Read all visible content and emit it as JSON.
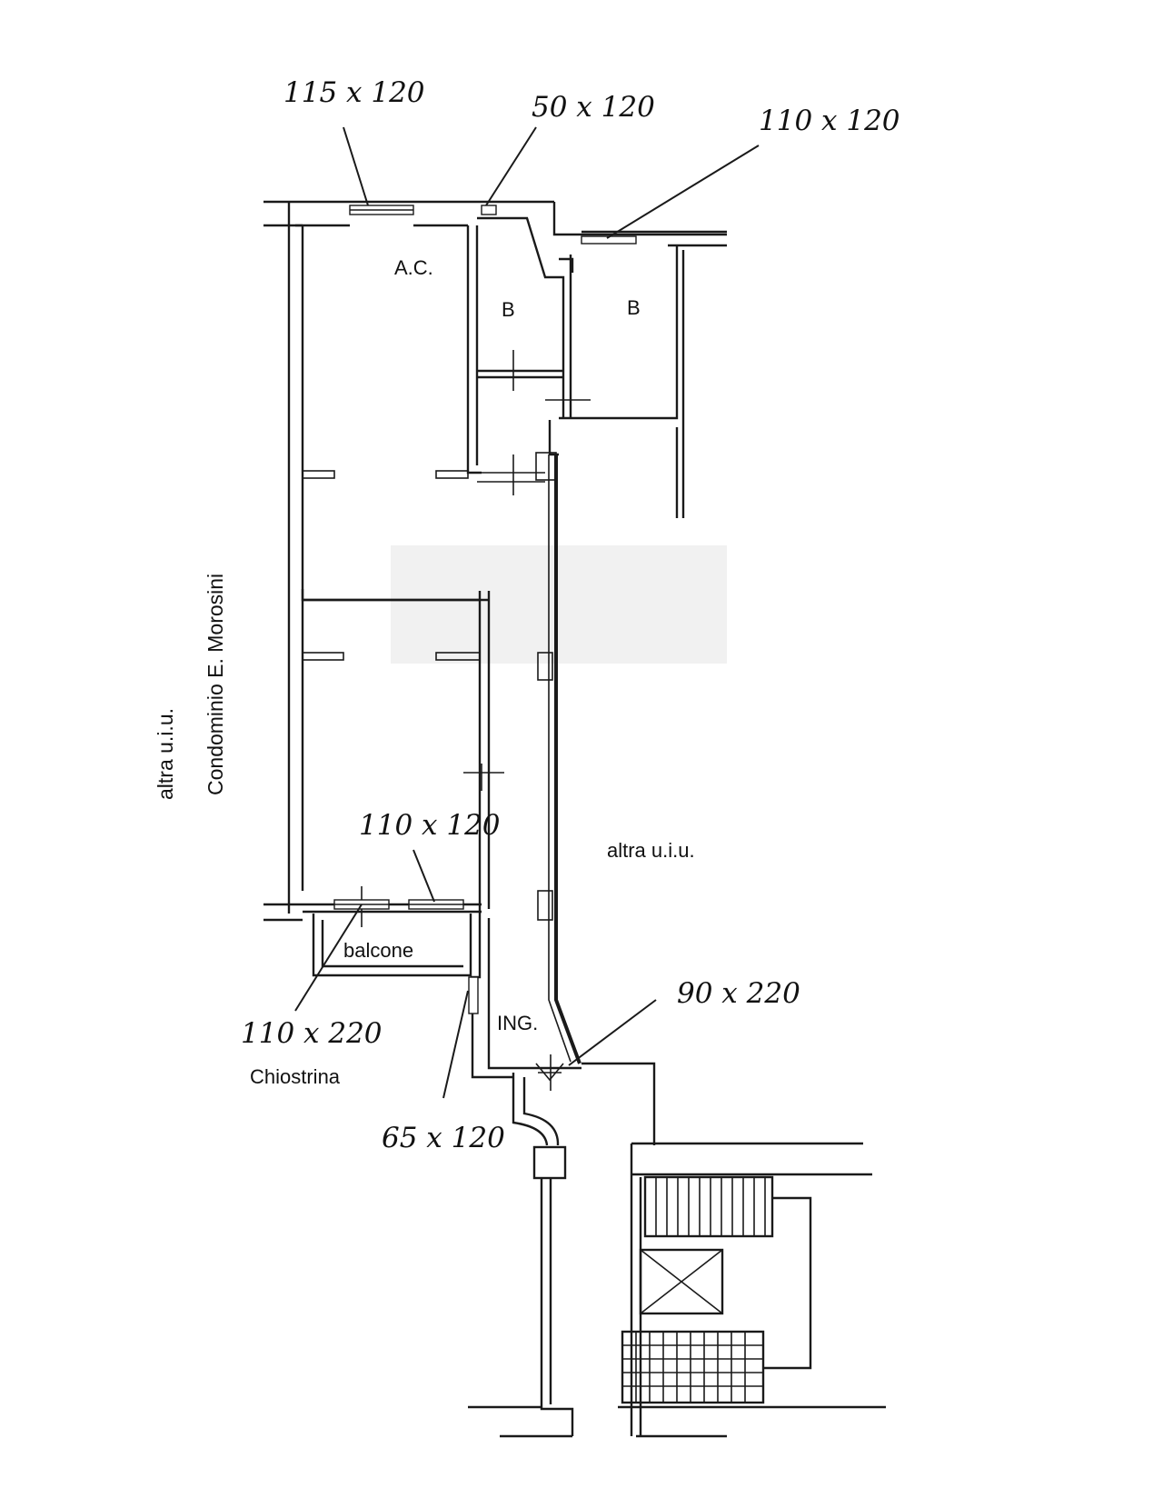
{
  "rooms": {
    "ac": "A.C.",
    "bath_1": "B",
    "bath_2": "B",
    "balcone": "balcone",
    "ingresso": "ING."
  },
  "neighbors": {
    "left_outer": "altra u.i.u.",
    "left_inner": "Condominio E. Morosini",
    "right": "altra u.i.u.",
    "courtyard": "Chiostrina"
  },
  "openings": {
    "top_left": "115 x 120",
    "top_middle": "50 x 120",
    "top_right": "110 x 120",
    "balcony_window": "110 x 120",
    "balcony_door": "110 x 220",
    "entrance_door": "90 x 220",
    "courtyard_window": "65 x 120"
  }
}
